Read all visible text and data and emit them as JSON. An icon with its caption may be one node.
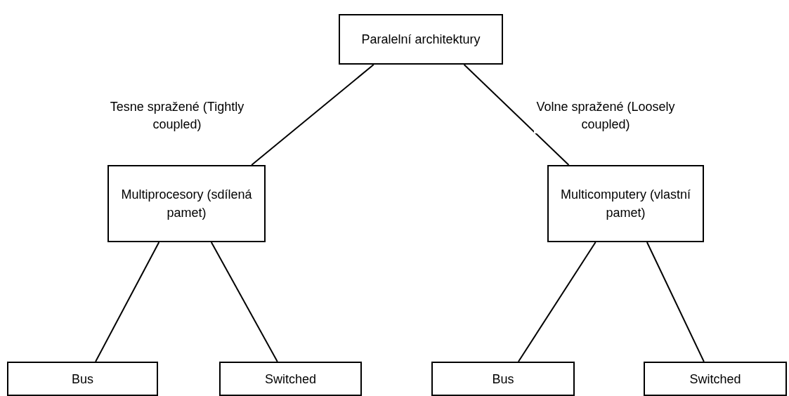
{
  "diagram": {
    "nodes": [
      {
        "text": [
          "Paralelní architektury"
        ]
      },
      {
        "text": [
          "Multiprocesory (sdílená pamet)"
        ]
      },
      {
        "text": [
          "Multicomputery (vlastní pamet)"
        ]
      },
      {
        "text": [
          "Bus"
        ]
      },
      {
        "text": [
          "Switched"
        ]
      },
      {
        "text": [
          "Bus"
        ]
      },
      {
        "text": [
          "Switched"
        ]
      }
    ],
    "edges": [
      {
        "from": 0,
        "to": 1,
        "arrow": "none",
        "label": "Tesne spražené (Tightly coupled)"
      },
      {
        "from": 0,
        "to": 2,
        "arrow": "none",
        "label": "Volne spražené (Loosely coupled)"
      },
      {
        "from": 1,
        "to": 3,
        "arrow": "none"
      },
      {
        "from": 1,
        "to": 4,
        "arrow": "none"
      },
      {
        "from": 2,
        "to": 5,
        "arrow": "none"
      },
      {
        "from": 2,
        "to": 6,
        "arrow": "none"
      }
    ]
  }
}
